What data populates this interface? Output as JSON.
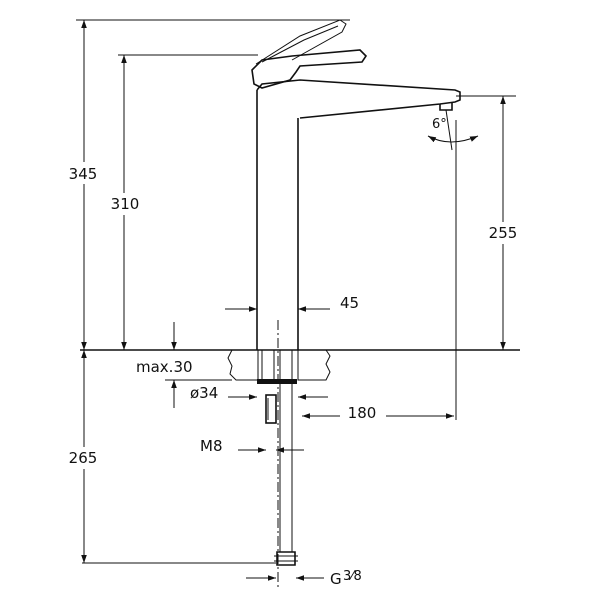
{
  "dimensions": {
    "total_height": "345",
    "spout_height": "310",
    "outlet_height": "255",
    "body_width": "45",
    "max_thickness": "max.30",
    "hole_diameter": "ø34",
    "reach": "180",
    "thread": "M8",
    "height_below": "265",
    "connection_main": "G",
    "connection_fraction": "3⁄8",
    "angle": "6°"
  }
}
